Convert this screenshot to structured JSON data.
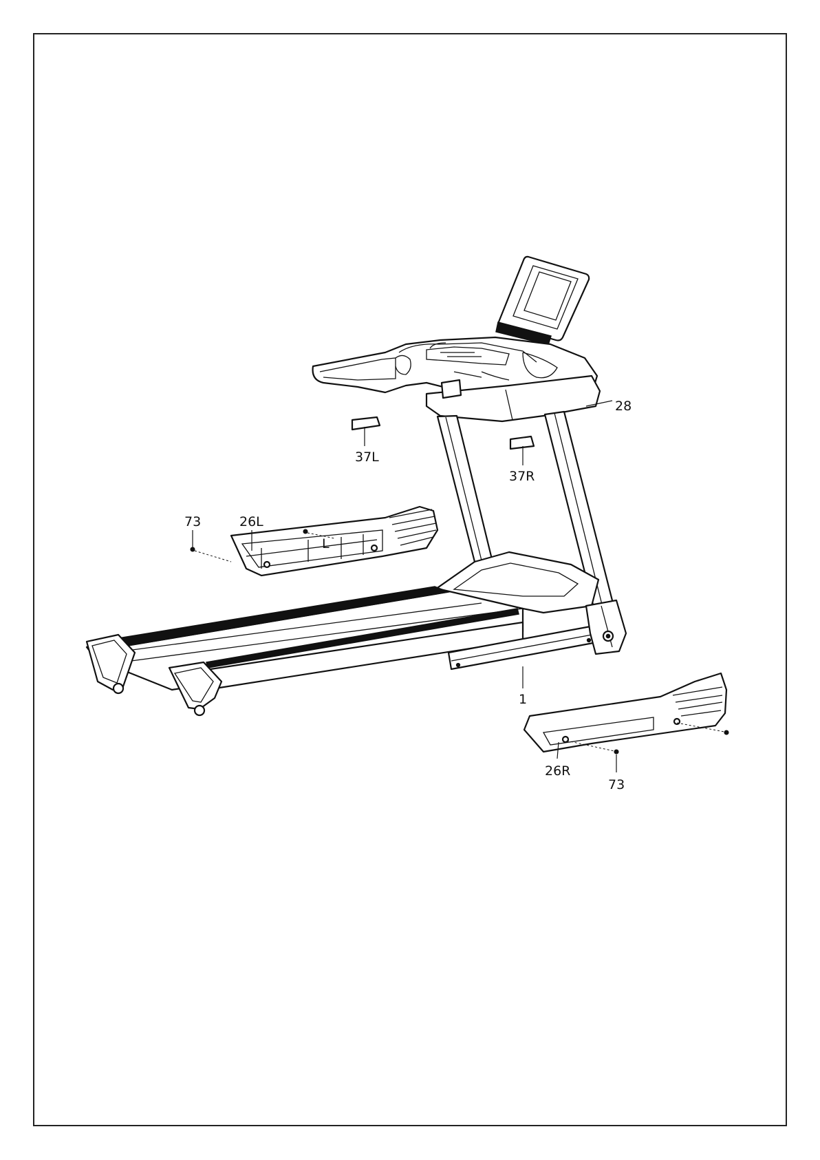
{
  "callouts": {
    "p28": "28",
    "p37l": "37L",
    "p37r": "37R",
    "p73_left": "73",
    "p26l": "26L",
    "p1": "1",
    "p26r": "26R",
    "p73_right": "73"
  },
  "part_marks": {
    "left_cover_letter": "L"
  }
}
